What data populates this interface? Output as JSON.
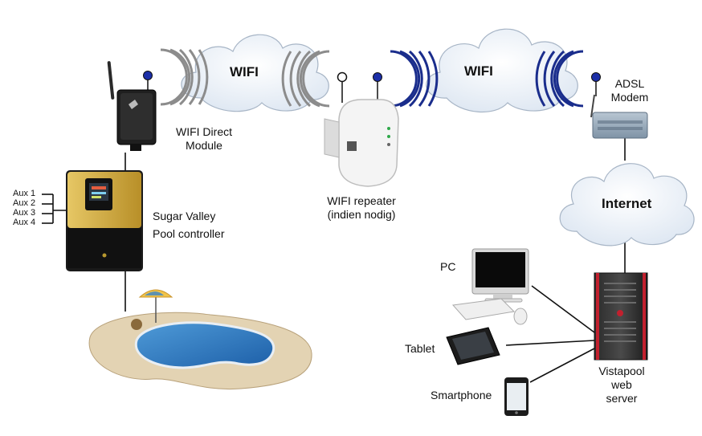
{
  "clouds": {
    "left_label": "WIFI",
    "right_label": "WIFI",
    "internet_label": "Internet"
  },
  "devices": {
    "wifi_module": {
      "line1": "WIFI Direct",
      "line2": "Module"
    },
    "repeater": {
      "line1": "WIFI repeater",
      "line2": "(indien nodig)"
    },
    "modem": {
      "line1": "ADSL",
      "line2": "Modem"
    },
    "controller": {
      "line1": "Sugar Valley",
      "line2": "Pool controller"
    },
    "server": {
      "line1": "Vistapool",
      "line2": "web",
      "line3": "server"
    },
    "pc": {
      "label": "PC"
    },
    "tablet": {
      "label": "Tablet"
    },
    "smartphone": {
      "label": "Smartphone"
    }
  },
  "aux": [
    "Aux 1",
    "Aux 2",
    "Aux 3",
    "Aux 4"
  ],
  "colors": {
    "wave_left": "#8c8c8c",
    "wave_right": "#1a2d8c",
    "antenna_dot": "#1c2fa8",
    "cloud_fill": "#e7eef6",
    "controller_gold": "#c9a43c",
    "server_red": "#c2202e"
  }
}
